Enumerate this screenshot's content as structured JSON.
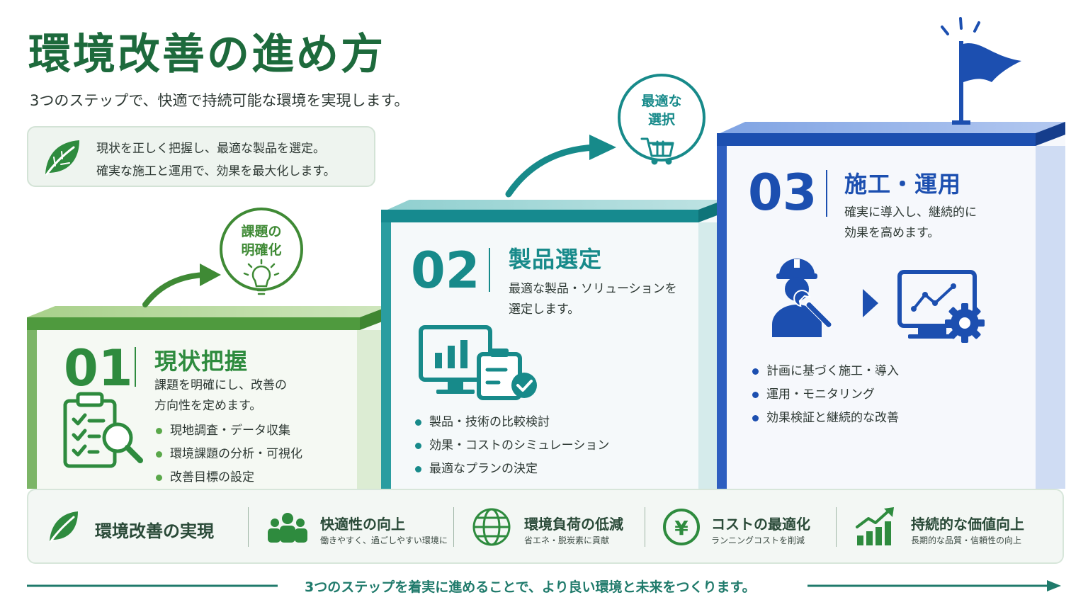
{
  "header": {
    "title": "環境改善の進め方",
    "subtitle": "3つのステップで、快適で持続可能な環境を実現します。"
  },
  "summary": {
    "icon": "leaf-icon",
    "line1": "現状を正しく把握し、最適な製品を選定。",
    "line2": "確実な施工と運用で、効果を最大化します。"
  },
  "steps": [
    {
      "number": "01",
      "title": "現状把握",
      "desc1": "課題を明確にし、改善の",
      "desc2": "方向性を定めます。",
      "icon": "clipboard-search-icon",
      "bullets": [
        "現地調査・データ収集",
        "環境課題の分析・可視化",
        "改善目標の設定"
      ],
      "badge": {
        "line1": "課題の",
        "line2": "明確化",
        "icon": "lightbulb-icon"
      },
      "color": "#2e8b3e"
    },
    {
      "number": "02",
      "title": "製品選定",
      "desc1": "最適な製品・ソリューションを",
      "desc2": "選定します。",
      "icon": "monitor-clipboard-icon",
      "bullets": [
        "製品・技術の比較検討",
        "効果・コストのシミュレーション",
        "最適なプランの決定"
      ],
      "badge": {
        "line1": "最適な",
        "line2": "選択",
        "icon": "cart-icon"
      },
      "color": "#178a8a"
    },
    {
      "number": "03",
      "title": "施工・運用",
      "desc1": "確実に導入し、継続的に",
      "desc2": "効果を高めます。",
      "icon": "worker-monitor-icon",
      "bullets": [
        "計画に基づく施工・導入",
        "運用・モニタリング",
        "効果検証と継続的な改善"
      ],
      "badge": {
        "icon": "flag-icon"
      },
      "color": "#1c4fb0"
    }
  ],
  "outcomes": {
    "main": {
      "title": "環境改善の実現",
      "icon": "leaf-icon"
    },
    "items": [
      {
        "title": "快適性の向上",
        "sub": "働きやすく、過ごしやすい環境に",
        "icon": "people-icon"
      },
      {
        "title": "環境負荷の低減",
        "sub": "省エネ・脱炭素に貢献",
        "icon": "globe-icon"
      },
      {
        "title": "コストの最適化",
        "sub": "ランニングコストを削減",
        "icon": "yen-icon"
      },
      {
        "title": "持続的な価値向上",
        "sub": "長期的な品質・信頼性の向上",
        "icon": "growth-chart-icon"
      }
    ]
  },
  "footer": {
    "text": "3つのステップを着実に進めることで、より良い環境と未来をつくります。"
  }
}
